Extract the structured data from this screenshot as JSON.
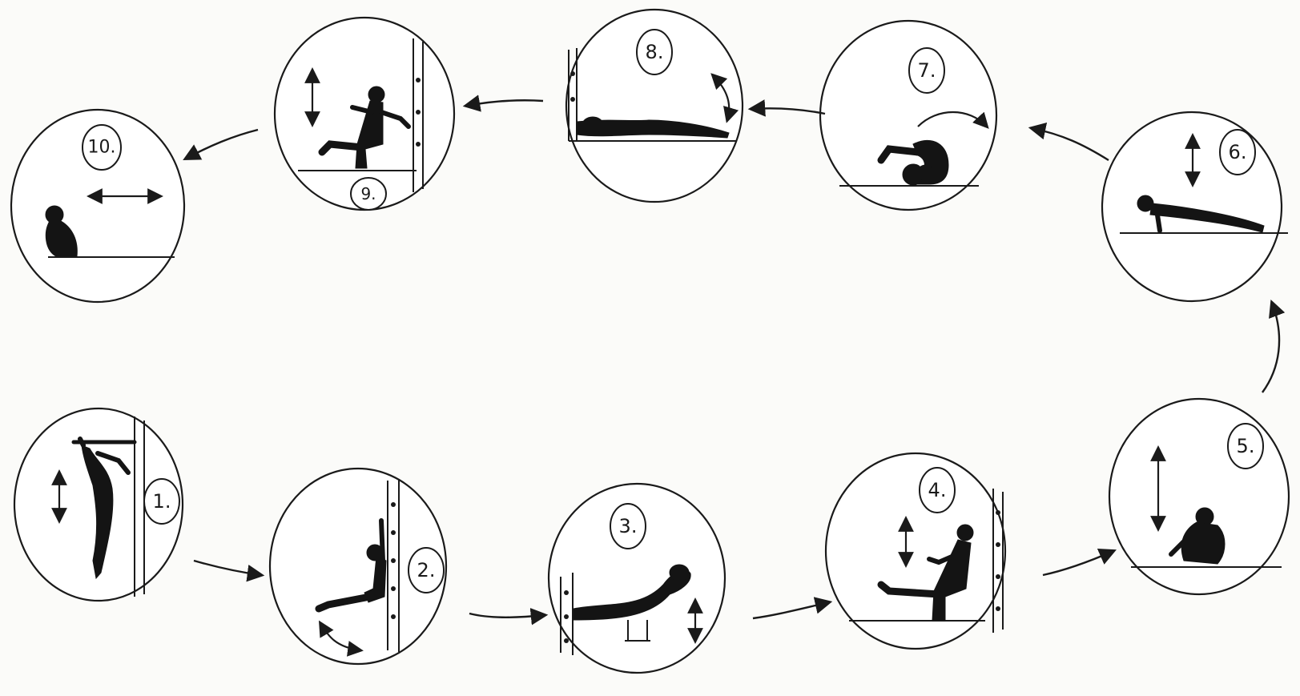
{
  "diagram": {
    "steps": [
      {
        "id": 1,
        "label": "1."
      },
      {
        "id": 2,
        "label": "2."
      },
      {
        "id": 3,
        "label": "3."
      },
      {
        "id": 4,
        "label": "4."
      },
      {
        "id": 5,
        "label": "5."
      },
      {
        "id": 6,
        "label": "6."
      },
      {
        "id": 7,
        "label": "7."
      },
      {
        "id": 8,
        "label": "8."
      },
      {
        "id": 9,
        "label": "9."
      },
      {
        "id": 10,
        "label": "10."
      }
    ],
    "sequence": [
      1,
      2,
      3,
      4,
      5,
      6,
      7,
      8,
      9,
      10
    ],
    "colors": {
      "ink": "#1a1a1a",
      "paper": "#fbfbf9"
    }
  }
}
